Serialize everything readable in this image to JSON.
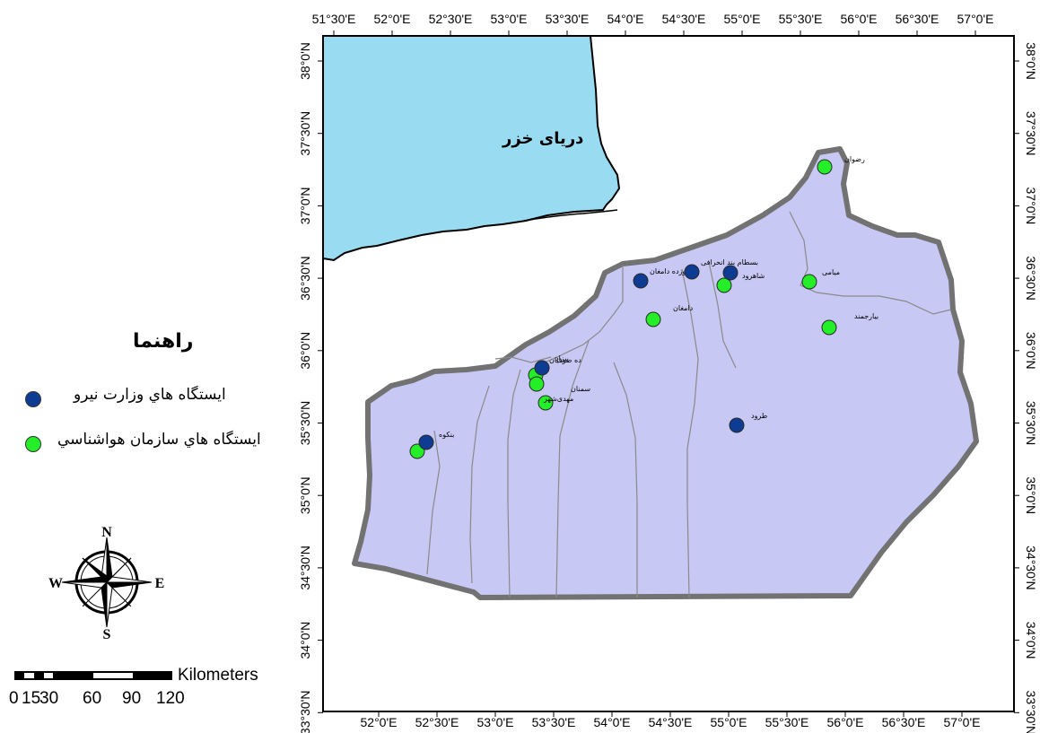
{
  "map": {
    "sea_label": "دریای خزر",
    "colors": {
      "sea": "#99dcf2",
      "province_fill": "#c8c8f5",
      "province_border": "#727272",
      "internal_border": "#8a8a8a",
      "station_blue": "#0d3c92",
      "station_green": "#23ee28"
    },
    "lon_labels_top": [
      "51°30'E",
      "52°0'E",
      "52°30'E",
      "53°0'E",
      "53°30'E",
      "54°0'E",
      "54°30'E",
      "55°0'E",
      "55°30'E",
      "56°0'E",
      "56°30'E",
      "57°0'E"
    ],
    "lon_labels_bottom": [
      "52°0'E",
      "52°30'E",
      "53°0'E",
      "53°30'E",
      "54°0'E",
      "54°30'E",
      "55°0'E",
      "55°30'E",
      "56°0'E",
      "56°30'E",
      "57°0'E"
    ],
    "lat_labels": [
      "38°0'N",
      "37°30'N",
      "37°0'N",
      "36°30'N",
      "36°0'N",
      "35°30'N",
      "35°0'N",
      "34°30'N",
      "34°0'N",
      "33°30'N"
    ],
    "stations_blue": [
      {
        "name": "جوزده دامغان"
      },
      {
        "name": "بسطام بند انحرافی"
      },
      {
        "name": ""
      },
      {
        "name": "ده صوفیان"
      },
      {
        "name": "طرود"
      },
      {
        "name": "بنکوه"
      }
    ],
    "stations_green": [
      {
        "name": "رضوان"
      },
      {
        "name": "شاهرود"
      },
      {
        "name": "میامی"
      },
      {
        "name": "دامغان"
      },
      {
        "name": "بیارجمند"
      },
      {
        "name": "بیزاد"
      },
      {
        "name": "سمنان"
      },
      {
        "name": "مهدی‌شهر"
      },
      {
        "name": ""
      }
    ]
  },
  "legend": {
    "title": "راهنما",
    "items": [
      {
        "label": "ايستگاه هاي وزارت نيرو",
        "color": "#0d3c92"
      },
      {
        "label": "ايستگاه هاي سازمان هواشناسي",
        "color": "#23ee28"
      }
    ]
  },
  "north_arrow": {
    "n": "N",
    "s": "S",
    "e": "E",
    "w": "W"
  },
  "scale_bar": {
    "unit": "Kilometers",
    "labels": [
      "0",
      "15",
      "30",
      "60",
      "90",
      "120"
    ]
  }
}
